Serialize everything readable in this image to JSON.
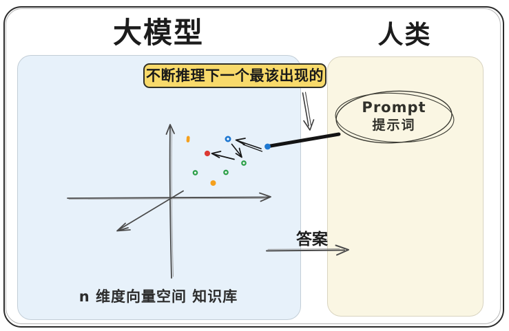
{
  "frame": {
    "left_title": "大模型",
    "right_title": "人类"
  },
  "model_panel": {
    "hint_label": "不断推理下一个最该出现的",
    "caption": "n 维度向量空间 知识库"
  },
  "prompt_bubble": {
    "line1": "Prompt",
    "line2": "提示词"
  },
  "answer": {
    "label": "答案"
  },
  "colors": {
    "model_panel_bg": "#e7f1fa",
    "human_panel_bg": "#faf6e3",
    "hint_label_bg": "#f8da6b",
    "axis": "#4a4a4a",
    "ink": "#161616",
    "dot_blue": "#1f78d1",
    "dot_red": "#dc3a33",
    "dot_green": "#2fa14c",
    "dot_orange": "#f5a01d"
  },
  "vector_points": [
    {
      "id": "orange-dash",
      "shape": "dash",
      "color": "#f5a01d"
    },
    {
      "id": "blue-ring",
      "shape": "ring",
      "color": "#1f78d1"
    },
    {
      "id": "red-dot",
      "shape": "dot",
      "color": "#dc3a33"
    },
    {
      "id": "green-ring-right",
      "shape": "ring",
      "color": "#2fa14c"
    },
    {
      "id": "green-ring-left",
      "shape": "ring",
      "color": "#2fa14c"
    },
    {
      "id": "green-ring-mid",
      "shape": "ring",
      "color": "#2fa14c"
    },
    {
      "id": "orange-dot",
      "shape": "dot",
      "color": "#f5a01d"
    },
    {
      "id": "prompt-line-endpoint",
      "shape": "dot",
      "color": "#1f78d1"
    }
  ]
}
